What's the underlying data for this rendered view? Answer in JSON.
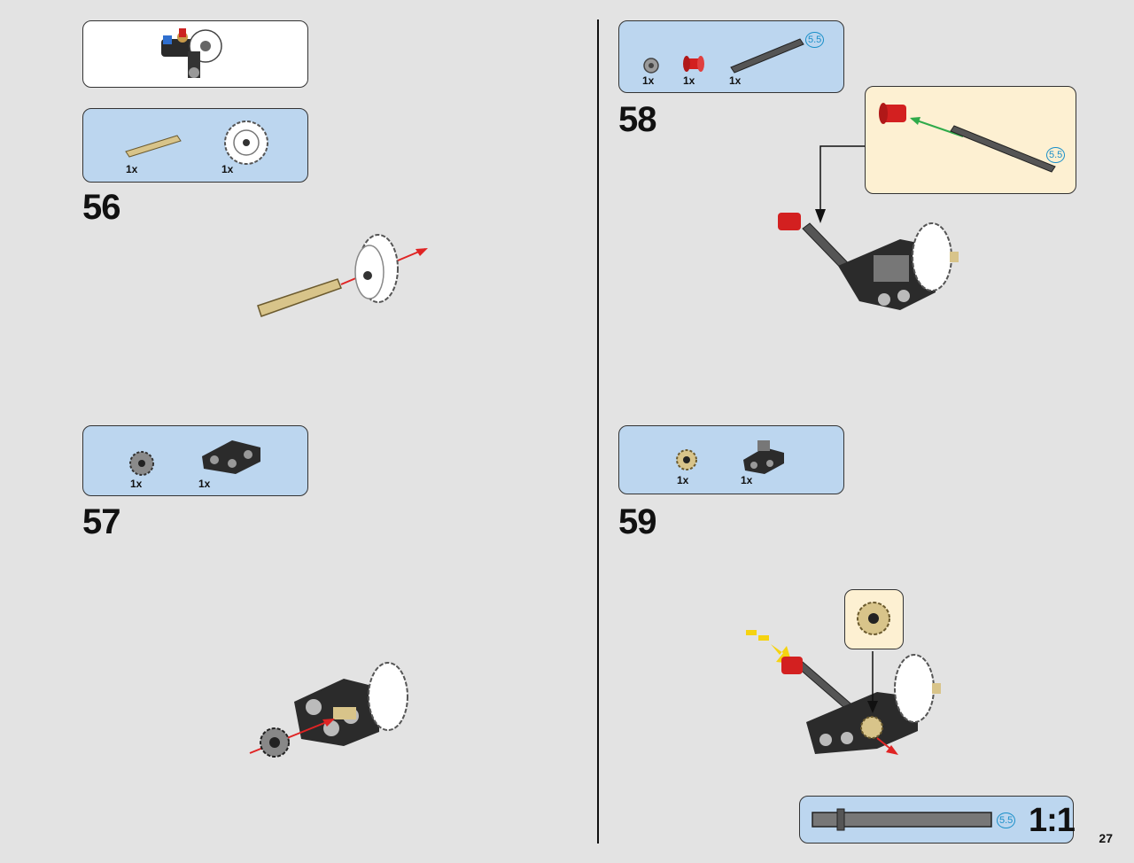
{
  "page": {
    "number": "27"
  },
  "steps": [
    {
      "id": "56",
      "number": "56",
      "parts": [
        {
          "name": "axle-3-tan",
          "qty": "1x"
        },
        {
          "name": "gear-24-tooth-white",
          "qty": "1x"
        }
      ]
    },
    {
      "id": "57",
      "number": "57",
      "parts": [
        {
          "name": "gear-12-tooth-gray",
          "qty": "1x"
        },
        {
          "name": "beam-bent-black",
          "qty": "1x"
        }
      ]
    },
    {
      "id": "58",
      "number": "58",
      "parts": [
        {
          "name": "bush-gray",
          "qty": "1x"
        },
        {
          "name": "bush-red",
          "qty": "1x"
        },
        {
          "name": "axle-5-5-gray",
          "qty": "1x"
        }
      ],
      "length_badge": "5.5",
      "callout_badge": "5.5"
    },
    {
      "id": "59",
      "number": "59",
      "parts": [
        {
          "name": "gear-12-tooth-tan",
          "qty": "1x"
        },
        {
          "name": "connector-black",
          "qty": "1x"
        }
      ]
    }
  ],
  "scale_ruler": {
    "badge": "5.5",
    "ratio": "1:1"
  },
  "colors": {
    "panel_blue": "#bcd6ef",
    "callout_cream": "#fdf0d2",
    "arrow_red": "#e02424",
    "arrow_green": "#2faa4a",
    "arrow_yellow": "#f5d311",
    "badge_blue": "#1a8fc9"
  }
}
